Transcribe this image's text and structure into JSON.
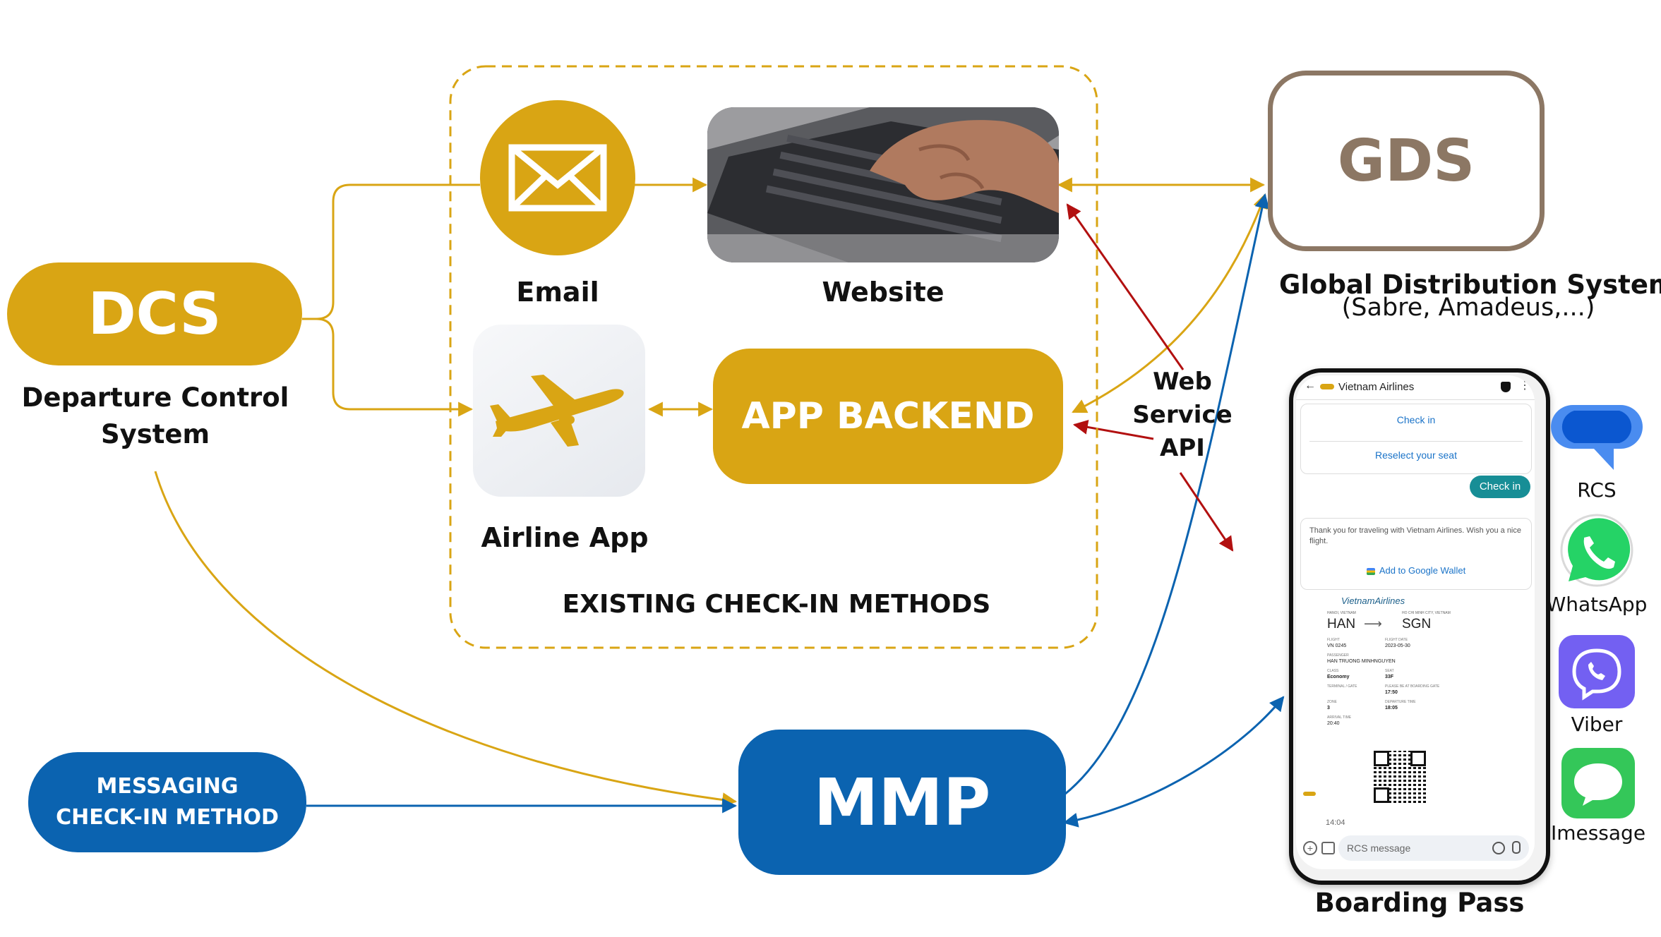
{
  "colors": {
    "gold": "#D9A514",
    "blue": "#0B63B0",
    "red": "#B21010",
    "brown": "#8C7764",
    "teal": "#178E96"
  },
  "dcs": {
    "title": "DCS",
    "subtitle_line1": "Departure Control",
    "subtitle_line2": "System"
  },
  "email": {
    "label": "Email",
    "icon": "envelope-icon"
  },
  "website": {
    "label": "Website",
    "image": "laptop-typing-photo"
  },
  "airline_app": {
    "label": "Airline App",
    "icon": "airplane-icon"
  },
  "app_backend": {
    "label": "APP BACKEND"
  },
  "existing_group": {
    "label": "EXISTING CHECK-IN METHODS"
  },
  "gds": {
    "title": "GDS",
    "subtitle": "Global Distribution System",
    "subtitle2": "(Sabre, Amadeus,...)"
  },
  "web_service_api": {
    "line1": "Web",
    "line2": "Service",
    "line3": "API"
  },
  "messaging": {
    "line1": "MESSAGING",
    "line2": "CHECK-IN METHOD"
  },
  "mmp": {
    "label": "MMP"
  },
  "boarding_pass": {
    "label": "Boarding Pass"
  },
  "phone": {
    "header_title": "Vietnam Airlines",
    "option_checkin": "Check in",
    "option_reselect": "Reselect your seat",
    "bubble_checkin": "Check in",
    "thanks_text": "Thank you for traveling with Vietnam Airlines. Wish you a nice flight.",
    "wallet_button": "Add to Google Wallet",
    "pass": {
      "brand": "VietnamAirlines",
      "from_label": "HANOI, VIETNAM",
      "to_label": "HO CHI MINH CITY, VIETNAM",
      "from": "HAN",
      "to": "SGN",
      "flight_label": "FLIGHT",
      "flight": "VN 0245",
      "date_label": "FLIGHT DATE",
      "date": "2023-05-30",
      "passenger_label": "PASSENGER",
      "passenger": "HAN TRUONG MINHNGUYEN",
      "class_label": "CLASS",
      "class": "Economy",
      "seat_label": "SEAT",
      "seat": "33F",
      "terminal_label": "TERMINAL / GATE",
      "boarding_label": "PLEASE BE AT BOARDING GATE",
      "boarding": "17:50",
      "zone_label": "ZONE",
      "zone": "3",
      "departure_label": "DEPARTURE TIME",
      "departure": "18:05",
      "arrival_label": "ARRIVAL TIME",
      "arrival": "20:40"
    },
    "time": "14:04",
    "input_placeholder": "RCS message"
  },
  "channels": [
    {
      "label": "RCS",
      "icon": "rcs-icon",
      "color": "#1A73E8"
    },
    {
      "label": "WhatsApp",
      "icon": "whatsapp-icon",
      "color": "#25D366"
    },
    {
      "label": "Viber",
      "icon": "viber-icon",
      "color": "#7360F2"
    },
    {
      "label": "Imessage",
      "icon": "imessage-icon",
      "color": "#34C759"
    }
  ]
}
